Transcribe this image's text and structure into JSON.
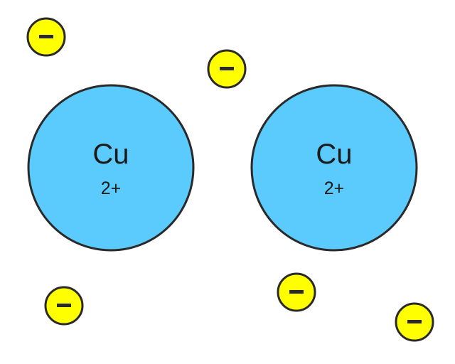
{
  "diagram": {
    "colors": {
      "ion_fill": "#5bcafc",
      "electron_fill": "#ffff00",
      "outline": "#2a2a2a"
    },
    "ions": [
      {
        "symbol": "Cu",
        "charge": "2+"
      },
      {
        "symbol": "Cu",
        "charge": "2+"
      }
    ],
    "electron_count": 5,
    "electron_sign": "minus"
  }
}
